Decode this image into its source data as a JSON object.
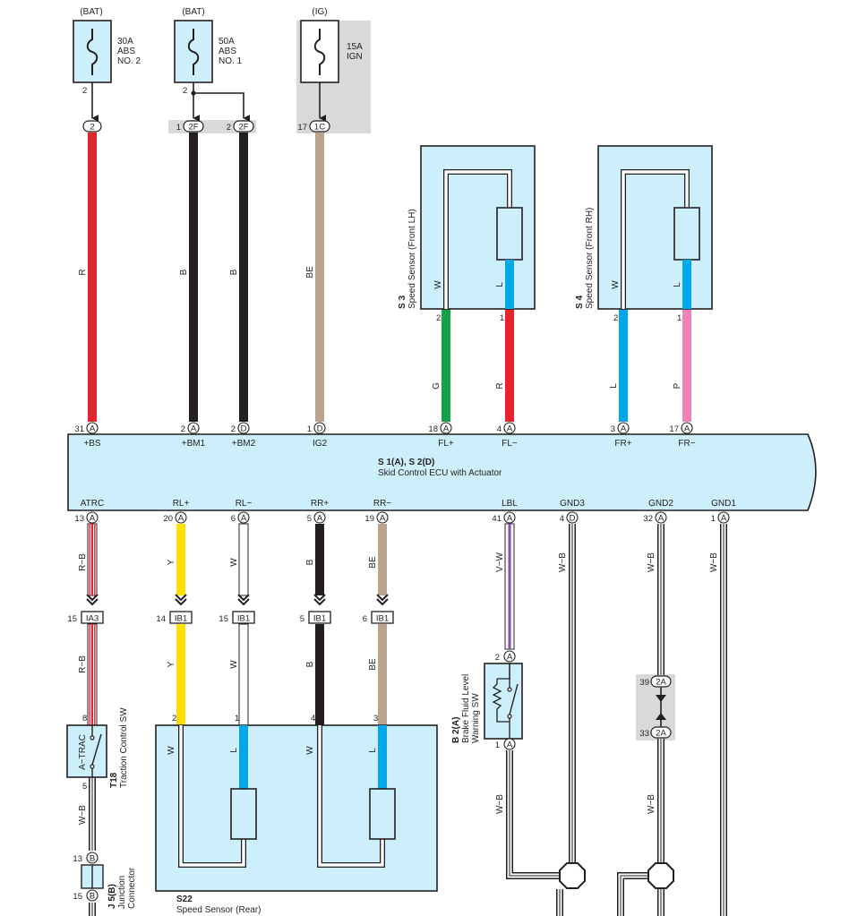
{
  "colors": {
    "box_fill": "#cdeefb",
    "gray_bg": "#d9d9d9",
    "outline": "#231f20",
    "wire_red": "#e3262e",
    "wire_black": "#231f20",
    "wire_beige": "#bba58f",
    "wire_green": "#12a24a",
    "wire_blue": "#00a8e8",
    "wire_pink": "#ef82b6",
    "wire_yellow": "#ffe000",
    "wire_white": "#ffffff",
    "wire_violet": "#8e4ea8"
  },
  "fuses": {
    "f1": {
      "source": "(BAT)",
      "rating": "30A",
      "name1": "ABS",
      "name2": "NO. 2",
      "pin": "2"
    },
    "f2": {
      "source": "(BAT)",
      "rating": "50A",
      "name1": "ABS",
      "name2": "NO. 1",
      "pin": "2"
    },
    "f3": {
      "source": "(IG)",
      "rating": "15A",
      "name1": "IGN"
    }
  },
  "top_connectors": {
    "c1": {
      "label": "2"
    },
    "c2": {
      "pin": "1",
      "label": "2F"
    },
    "c3": {
      "pin": "2",
      "label": "2F"
    },
    "c4": {
      "pin": "17",
      "label": "1C"
    }
  },
  "top_wires": {
    "w1": "R",
    "w2": "B",
    "w3": "B",
    "w4": "BE",
    "s3_g": "G",
    "s3_r": "R",
    "s4_l": "L",
    "s4_p": "P"
  },
  "sensor_s3": {
    "code": "S 3",
    "name": "Speed Sensor (Front LH)",
    "wire_w": "W",
    "wire_l": "L",
    "pin_a": "2",
    "pin_b": "1"
  },
  "sensor_s4": {
    "code": "S 4",
    "name": "Speed Sensor (Front RH)",
    "wire_w": "W",
    "wire_l": "L",
    "pin_a": "2",
    "pin_b": "1"
  },
  "ecu": {
    "code": "S 1(A), S 2(D)",
    "name": "Skid Control ECU with Actuator",
    "top_pins": [
      {
        "num": "31",
        "conn": "A",
        "name": "+BS"
      },
      {
        "num": "2",
        "conn": "A",
        "name": "+BM1"
      },
      {
        "num": "2",
        "conn": "D",
        "name": "+BM2"
      },
      {
        "num": "1",
        "conn": "D",
        "name": "IG2"
      },
      {
        "num": "18",
        "conn": "A",
        "name": "FL+"
      },
      {
        "num": "4",
        "conn": "A",
        "name": "FL−"
      },
      {
        "num": "3",
        "conn": "A",
        "name": "FR+"
      },
      {
        "num": "17",
        "conn": "A",
        "name": "FR−"
      }
    ],
    "bottom_pins": [
      {
        "num": "13",
        "conn": "A",
        "name": "ATRC"
      },
      {
        "num": "20",
        "conn": "A",
        "name": "RL+"
      },
      {
        "num": "6",
        "conn": "A",
        "name": "RL−"
      },
      {
        "num": "5",
        "conn": "A",
        "name": "RR+"
      },
      {
        "num": "19",
        "conn": "A",
        "name": "RR−"
      },
      {
        "num": "41",
        "conn": "A",
        "name": "LBL"
      },
      {
        "num": "4",
        "conn": "D",
        "name": "GND3"
      },
      {
        "num": "32",
        "conn": "A",
        "name": "GND2"
      },
      {
        "num": "1",
        "conn": "A",
        "name": "GND1"
      }
    ]
  },
  "lower_wires": {
    "atrc_1": "R−B",
    "atrc_2": "R−B",
    "rlp_1": "Y",
    "rlp_2": "Y",
    "rlm_1": "W",
    "rlm_2": "W",
    "rrp_1": "B",
    "rrp_2": "B",
    "rrm_1": "BE",
    "rrm_2": "BE",
    "lbl_1": "V−W",
    "lbl_2": "W−B",
    "gnd3": "W−B",
    "gnd2_1": "W−B",
    "gnd2_2": "W−B",
    "gnd1": "W−B",
    "t18_out": "W−B"
  },
  "inline_connectors": [
    {
      "pin": "15",
      "label": "IA3"
    },
    {
      "pin": "14",
      "label": "IB1"
    },
    {
      "pin": "15",
      "label": "IB1"
    },
    {
      "pin": "5",
      "label": "IB1"
    },
    {
      "pin": "6",
      "label": "IB1"
    }
  ],
  "t18": {
    "code": "T18",
    "name": "Traction Control SW",
    "switch_label": "A−TRAC",
    "pin_top": "8",
    "pin_bottom": "5"
  },
  "j5": {
    "code": "J 5(B)",
    "name1": "Junction",
    "name2": "Connector",
    "pin_top": "13",
    "pin_bottom": "15",
    "conn": "B"
  },
  "b2": {
    "code": "B 2(A)",
    "name1": "Brake Fluid Level",
    "name2": "Warning SW",
    "pin_top": "2",
    "pin_bottom": "1",
    "conn": "A"
  },
  "conn_2a": {
    "pin_top": "39",
    "pin_bottom": "33",
    "label": "2A"
  },
  "s22": {
    "code": "S22",
    "name": "Speed Sensor (Rear)",
    "pins": [
      "2",
      "1",
      "4",
      "3"
    ],
    "wire_w1": "W",
    "wire_l1": "L",
    "wire_w2": "W",
    "wire_l2": "L"
  }
}
